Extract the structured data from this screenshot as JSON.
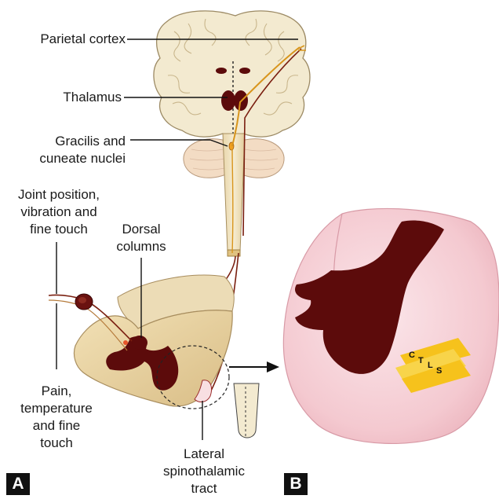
{
  "labels": {
    "parietal_cortex": "Parietal cortex",
    "thalamus": "Thalamus",
    "gracilis_1": "Gracilis and",
    "gracilis_2": "cuneate nuclei",
    "joint_1": "Joint position,",
    "joint_2": "vibration and",
    "joint_3": "fine touch",
    "dorsal_1": "Dorsal",
    "dorsal_2": "columns",
    "pain_1": "Pain,",
    "pain_2": "temperature",
    "pain_3": "and fine",
    "pain_4": "touch",
    "lateral_1": "Lateral",
    "lateral_2": "spinothalamic",
    "lateral_3": "tract"
  },
  "segments": [
    "C",
    "T",
    "L",
    "S"
  ],
  "panels": {
    "a": "A",
    "b": "B"
  },
  "colors": {
    "brain": "#f3ead0",
    "grey_matter": "#5c0b0b",
    "cord_slab": "#e6cf9e",
    "cord_b": "#f6d0d6",
    "tract": "#f6c21c",
    "pathway": "#7a1f10"
  }
}
